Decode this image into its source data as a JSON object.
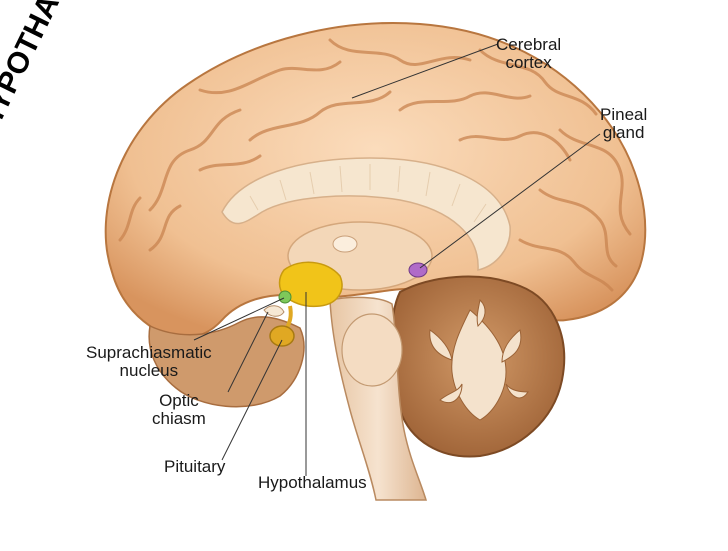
{
  "title": "THE HYPOTHALAMUS",
  "labels": {
    "cerebral_cortex": [
      "Cerebral",
      "cortex"
    ],
    "pineal_gland": [
      "Pineal",
      "gland"
    ],
    "suprachiasmatic_nucleus": [
      "Suprachiasmatic",
      "nucleus"
    ],
    "optic_chiasm": [
      "Optic",
      "chiasm"
    ],
    "pituitary": "Pituitary",
    "hypothalamus": "Hypothalamus"
  },
  "colors": {
    "cortex": "#f2c49a",
    "cortex_shadow": "#d89a6c",
    "cerebellum": "#c98a58",
    "brainstem": "#ecd2b8",
    "hypothalamus": "#f1c419",
    "scn": "#7ec85a",
    "pineal": "#b06bc8",
    "pituitary": "#e0a823",
    "corpus_callosum": "#f6e6cf"
  }
}
